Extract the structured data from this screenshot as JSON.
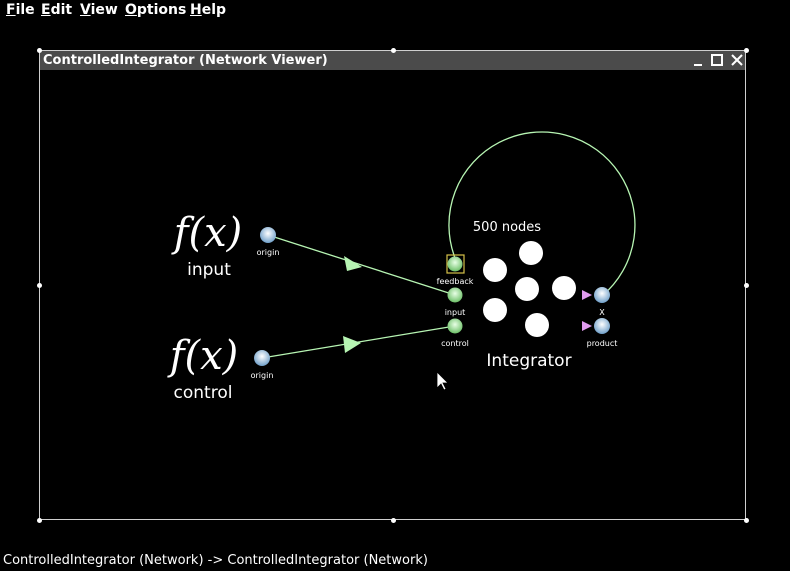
{
  "menu": [
    {
      "label": "File",
      "underline": "F",
      "rest": "ile"
    },
    {
      "label": "Edit",
      "underline": "E",
      "rest": "dit"
    },
    {
      "label": "View",
      "underline": "V",
      "rest": "iew"
    },
    {
      "label": "Options",
      "underline": "O",
      "rest": "ptions"
    },
    {
      "label": "Help",
      "underline": "H",
      "rest": "elp"
    }
  ],
  "window": {
    "title": "ControlledIntegrator (Network Viewer)"
  },
  "network": {
    "func_label": "f(x)",
    "input_fn": {
      "name": "input",
      "port": "origin"
    },
    "control_fn": {
      "name": "control",
      "port": "origin"
    },
    "integrator": {
      "name": "Integrator",
      "nodes_label": "500 nodes",
      "ports": {
        "feedback": "feedback",
        "input": "input",
        "control": "control",
        "x": "X",
        "product": "product"
      }
    }
  },
  "colors": {
    "connection": "#b7f5b3",
    "port_term": "#8fd48a",
    "port_origin": "#9fc4e6",
    "arrow_pink": "#e19cf0",
    "feedback_box": "#d6c24a"
  },
  "status": "ControlledIntegrator (Network) -> ControlledIntegrator (Network)"
}
